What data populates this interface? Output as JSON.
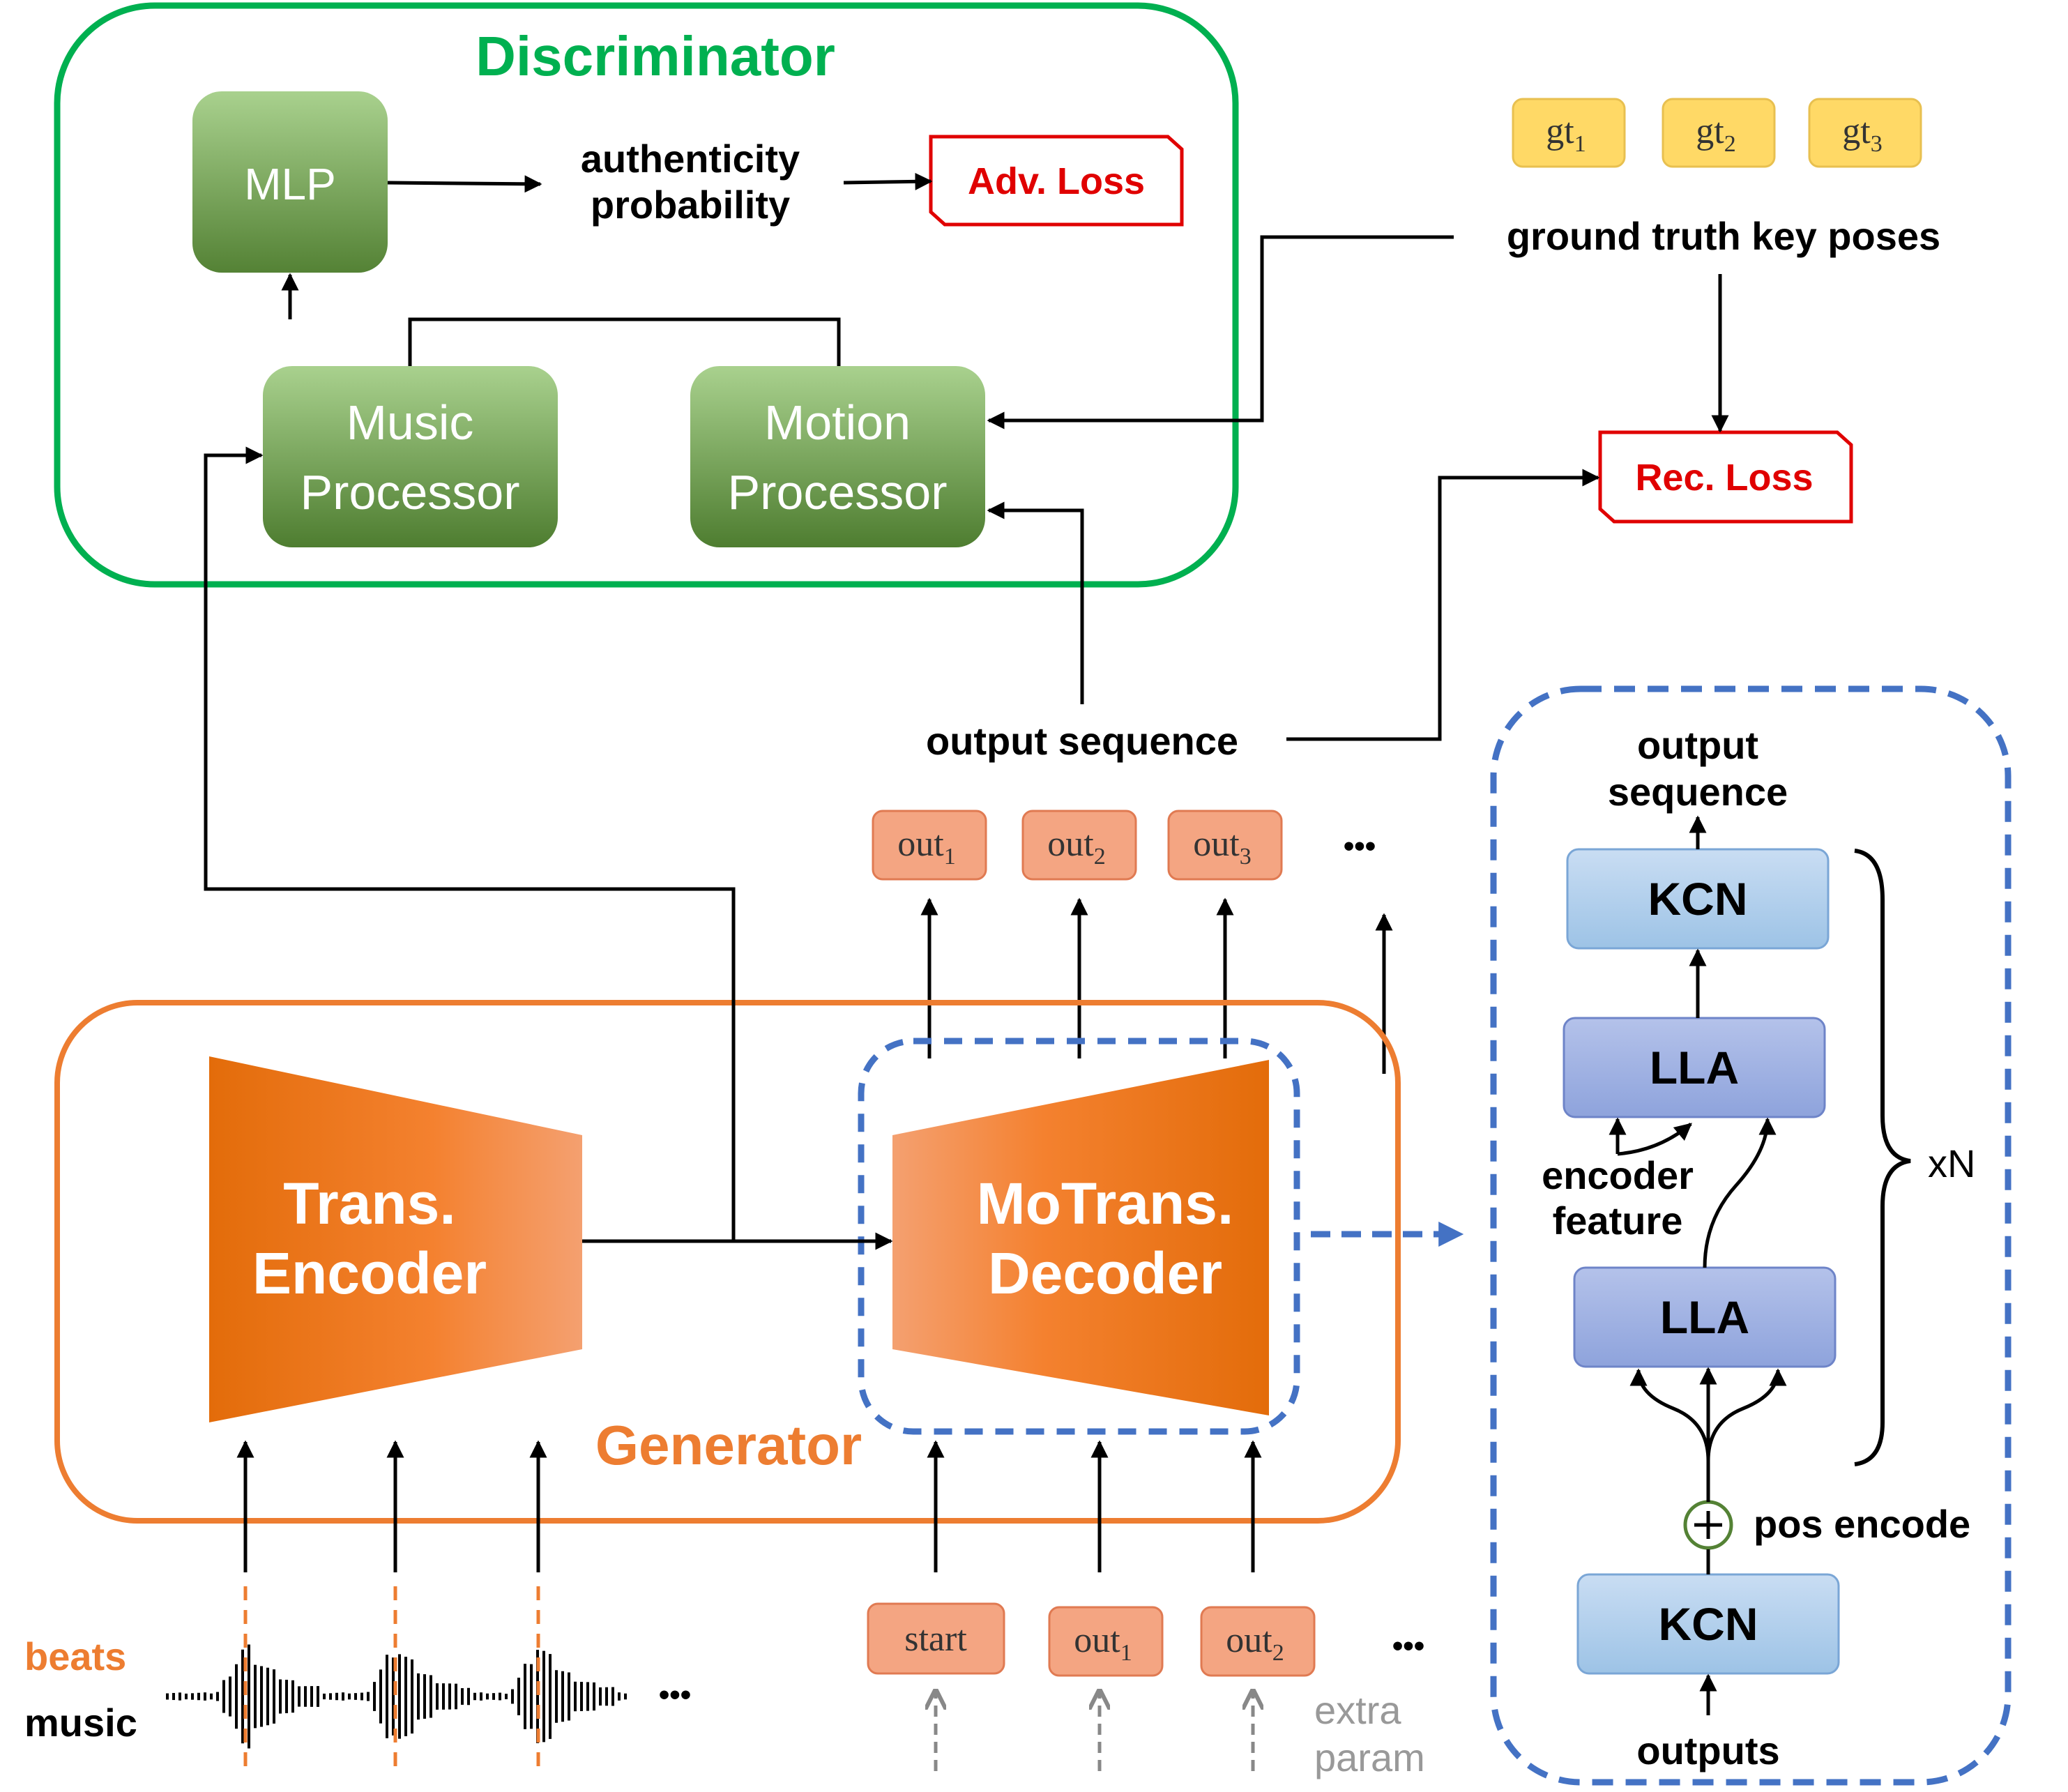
{
  "discriminator": {
    "title": "Discriminator",
    "mlp_label": "MLP",
    "authenticity_line1": "authenticity",
    "authenticity_line2": "probability",
    "adv_loss": "Adv. Loss",
    "music_processor_line1": "Music",
    "music_processor_line2": "Processor",
    "motion_processor_line1": "Motion",
    "motion_processor_line2": "Processor"
  },
  "ground_truth": {
    "label": "ground truth key poses",
    "items": [
      {
        "base": "gt",
        "sub": "1"
      },
      {
        "base": "gt",
        "sub": "2"
      },
      {
        "base": "gt",
        "sub": "3"
      }
    ],
    "rec_loss": "Rec. Loss"
  },
  "output_sequence_label": "output sequence",
  "outputs_top": [
    {
      "base": "out",
      "sub": "1"
    },
    {
      "base": "out",
      "sub": "2"
    },
    {
      "base": "out",
      "sub": "3"
    }
  ],
  "ellipsis": "•••",
  "generator": {
    "title": "Generator",
    "encoder_line1": "Trans.",
    "encoder_line2": "Encoder",
    "decoder_line1": "MoTrans.",
    "decoder_line2": "Decoder"
  },
  "inputs_bottom": {
    "start": "start",
    "items": [
      {
        "base": "out",
        "sub": "1"
      },
      {
        "base": "out",
        "sub": "2"
      }
    ],
    "extra_line1": "extra",
    "extra_line2": "param"
  },
  "music": {
    "beats_label": "beats",
    "music_label": "music"
  },
  "decoder_detail": {
    "output_line1": "output",
    "output_line2": "sequence",
    "kcn_top": "KCN",
    "lla_top": "LLA",
    "encoder_feature_line1": "encoder",
    "encoder_feature_line2": "feature",
    "lla_bottom": "LLA",
    "repeat_label": "xN",
    "pos_encode": "pos encode",
    "kcn_bottom": "KCN",
    "outputs_label": "outputs"
  },
  "colors": {
    "discriminator_green": "#00b050",
    "generator_orange": "#ed7d31",
    "decoder_blue": "#4472c4",
    "loss_red": "#e00000",
    "gt_yellow": "#ffd966",
    "out_salmon": "#f4a582"
  }
}
